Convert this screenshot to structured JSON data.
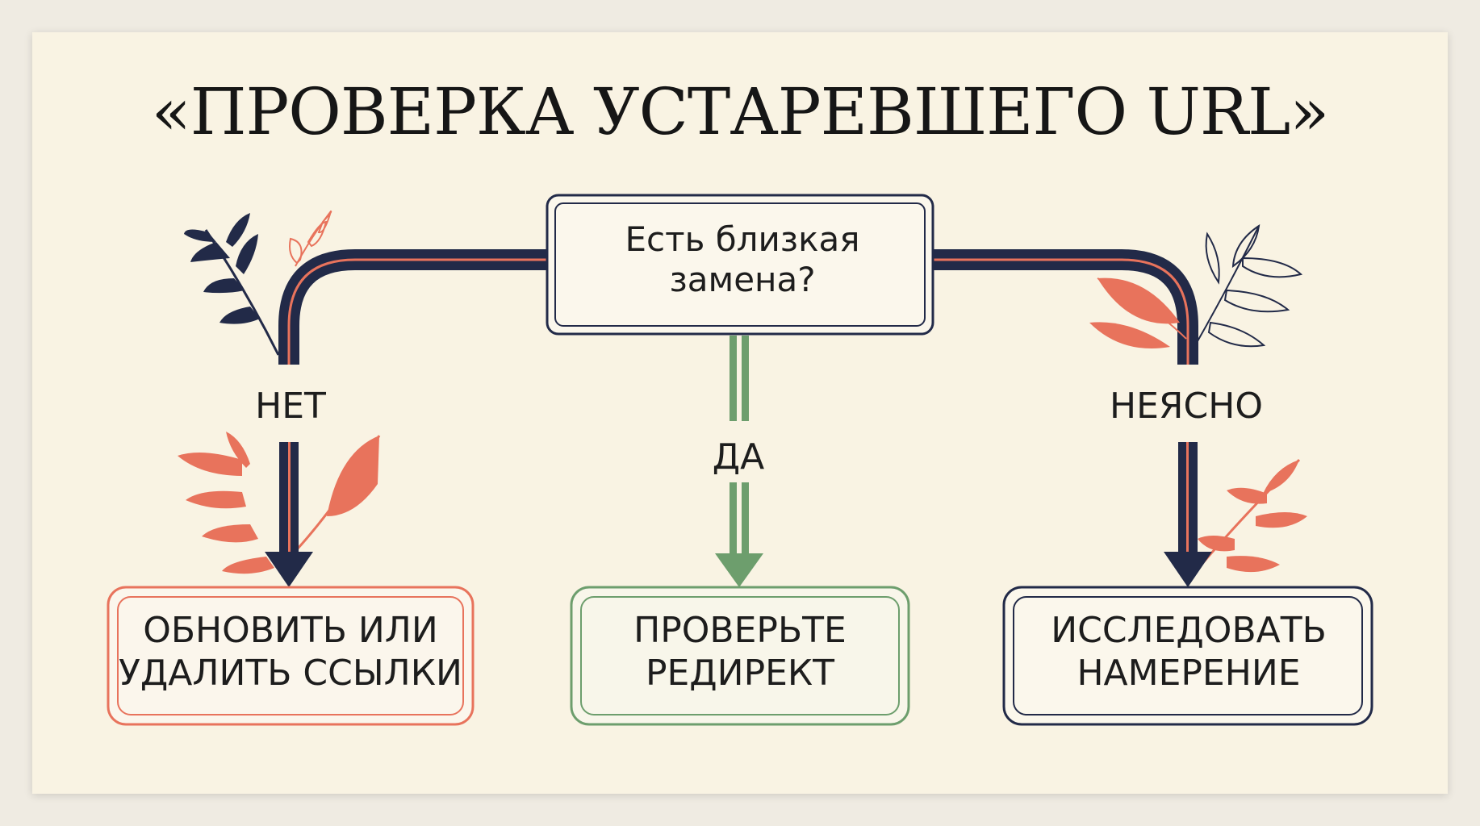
{
  "title": "«ПРОВЕРКА УСТАРЕВШЕГО URL»",
  "question": "Есть близкая замена?",
  "branches": [
    {
      "label": "НЕТ",
      "result": "ОБНОВИТЬ ИЛИ УДАЛИТЬ ССЫЛКИ"
    },
    {
      "label": "ДА",
      "result": "ПРОВЕРЬТЕ РЕДИРЕКТ"
    },
    {
      "label": "НЕЯСНО",
      "result": "ИССЛЕДОВАТЬ НАМЕРЕНИЕ"
    }
  ],
  "colors": {
    "background": "#f9f3e3",
    "navy": "#222a48",
    "coral": "#e8735c",
    "green": "#6d9e6d",
    "text": "#1d1d1d"
  },
  "decorations": [
    "leaf-sprig",
    "leaf-sprig",
    "leaf-sprig",
    "leaf-sprig",
    "leaf-sprig",
    "leaf-sprig"
  ]
}
